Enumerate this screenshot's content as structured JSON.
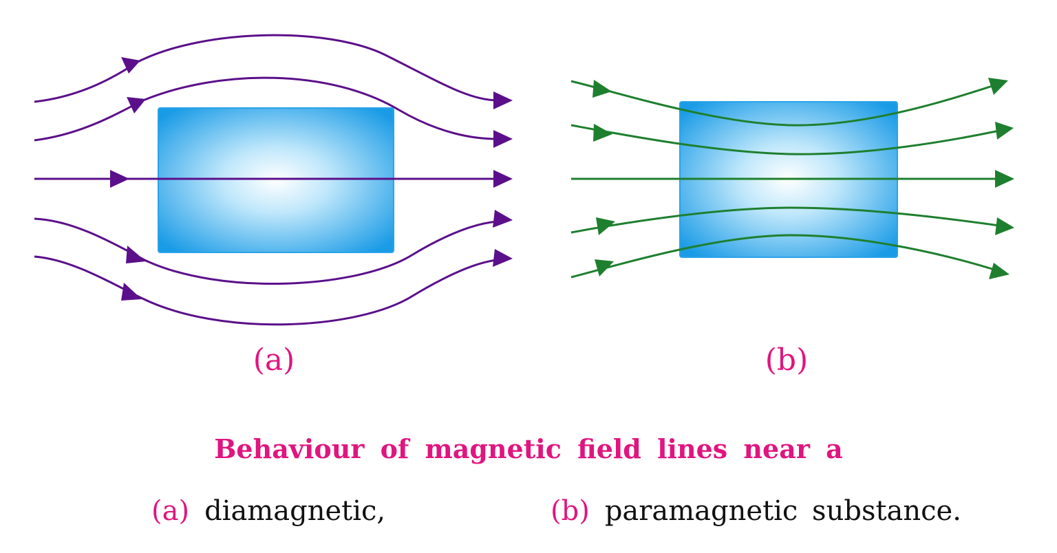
{
  "panels": [
    {
      "id": "a",
      "label": "(a)",
      "line_color": "#5b0f8a"
    },
    {
      "id": "b",
      "label": "(b)",
      "line_color": "#1e7f2e"
    }
  ],
  "block_colors": {
    "edge": "#1a9be6",
    "center": "#ffffff"
  },
  "caption": {
    "title": "Behaviour of magnetic field lines near a",
    "items": [
      {
        "marker": "(a)",
        "text": "diamagnetic,"
      },
      {
        "marker": "(b)",
        "text": "paramagnetic substance."
      }
    ]
  },
  "colors": {
    "accent": "#e0157f",
    "text": "#111111"
  }
}
